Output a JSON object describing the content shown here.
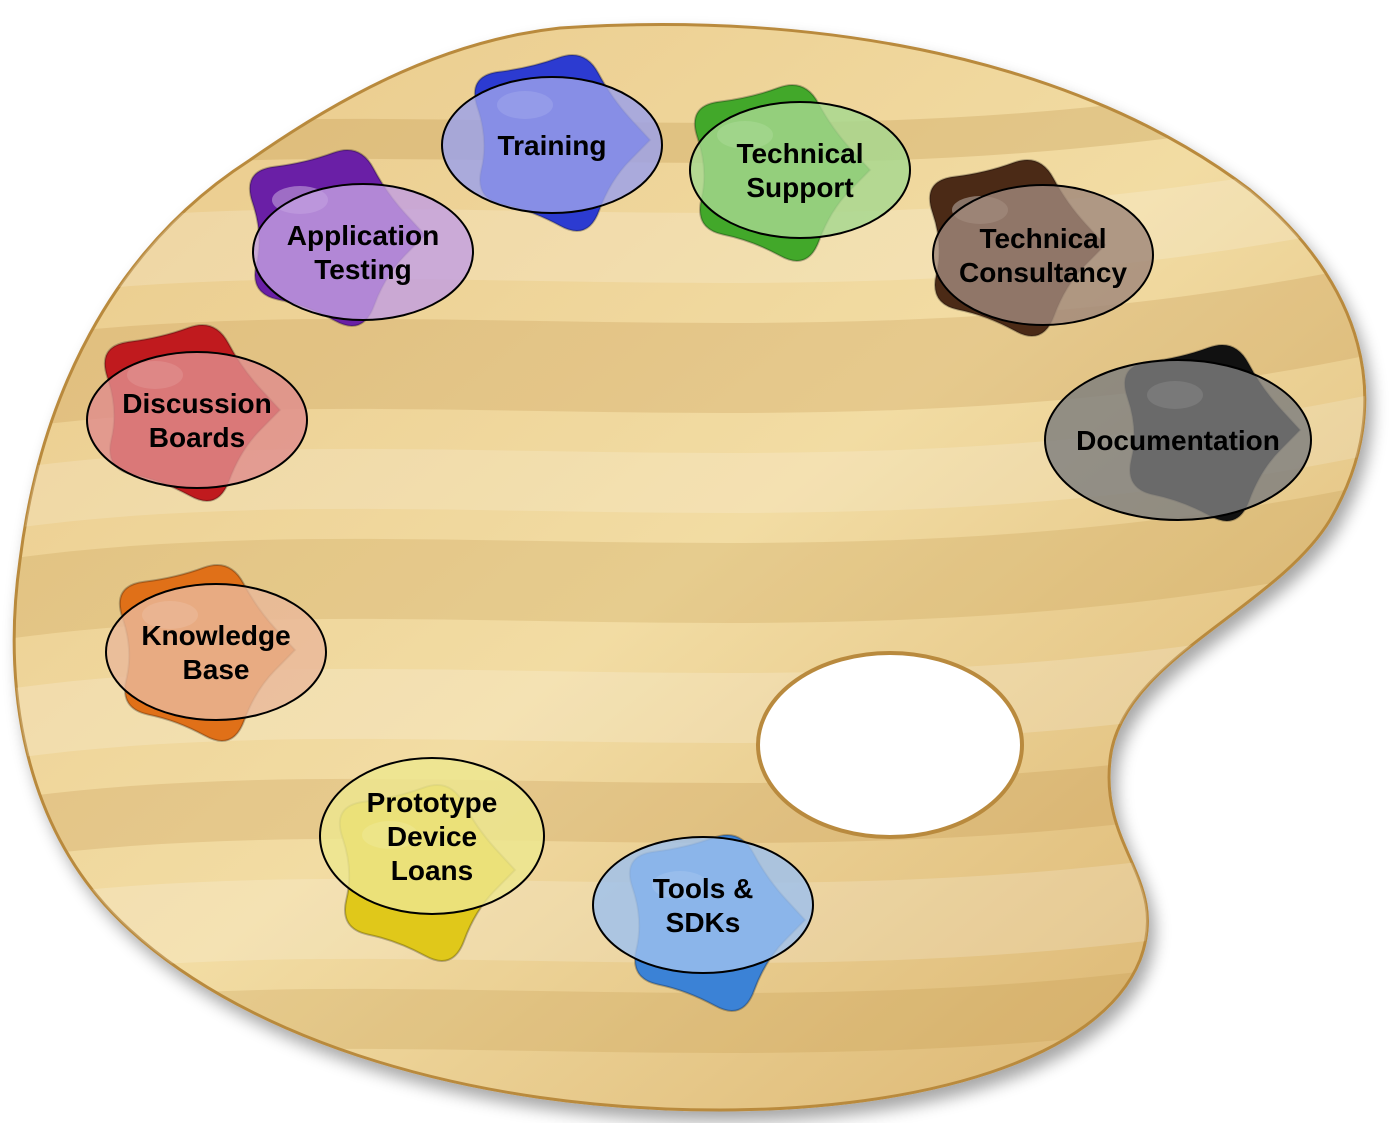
{
  "palette": {
    "wood_light": "#efd595",
    "wood_mid": "#dcb66a",
    "wood_dark": "#b98a3e",
    "hole_color": "#ffffff"
  },
  "nodes": [
    {
      "id": "training",
      "lines": [
        "Training"
      ],
      "paint_color": "#2c3bd1",
      "bubble_fill": "#9ba1ea"
    },
    {
      "id": "technical-support",
      "lines": [
        "Technical",
        "Support"
      ],
      "paint_color": "#42a82a",
      "bubble_fill": "#a6d88f"
    },
    {
      "id": "technical-consultancy",
      "lines": [
        "Technical",
        "Consultancy"
      ],
      "paint_color": "#4b2a16",
      "bubble_fill": "#a0887a"
    },
    {
      "id": "documentation",
      "lines": [
        "Documentation"
      ],
      "paint_color": "#111111",
      "bubble_fill": "#7e7e7e"
    },
    {
      "id": "tools-sdks",
      "lines": [
        "Tools &",
        "SDKs"
      ],
      "paint_color": "#3b82d6",
      "bubble_fill": "#9ec1ee"
    },
    {
      "id": "prototype-device-loans",
      "lines": [
        "Prototype",
        "Device",
        "Loans"
      ],
      "paint_color": "#e0c81a",
      "bubble_fill": "#ede68f"
    },
    {
      "id": "knowledge-base",
      "lines": [
        "Knowledge",
        "Base"
      ],
      "paint_color": "#e07018",
      "bubble_fill": "#e9b89a"
    },
    {
      "id": "discussion-boards",
      "lines": [
        "Discussion",
        "Boards"
      ],
      "paint_color": "#c01a1e",
      "bubble_fill": "#df8e8c"
    },
    {
      "id": "application-testing",
      "lines": [
        "Application",
        "Testing"
      ],
      "paint_color": "#6a1fa6",
      "bubble_fill": "#c29fe0"
    }
  ]
}
